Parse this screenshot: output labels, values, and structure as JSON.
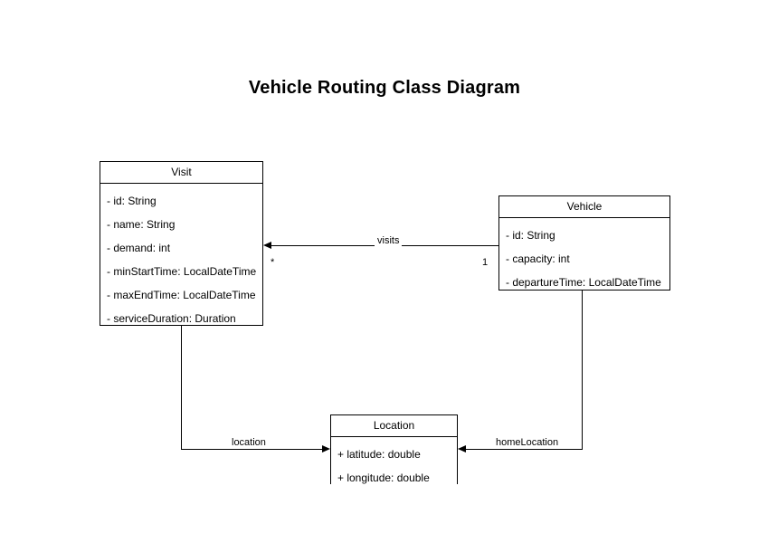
{
  "diagram": {
    "title": "Vehicle Routing Class Diagram",
    "type": "uml-class-diagram",
    "background_color": "#ffffff",
    "line_color": "#000000",
    "text_color": "#000000"
  },
  "classes": [
    {
      "name": "Visit",
      "attributes": [
        "- id: String",
        "- name: String",
        "- demand: int",
        "- minStartTime: LocalDateTime",
        "- maxEndTime: LocalDateTime",
        "- serviceDuration: Duration"
      ]
    },
    {
      "name": "Vehicle",
      "attributes": [
        "- id: String",
        "- capacity: int",
        "- departureTime: LocalDateTime"
      ]
    },
    {
      "name": "Location",
      "attributes": [
        "+ latitude: double",
        "+ longitude: double"
      ]
    }
  ],
  "relationships": [
    {
      "label": "visits",
      "from": "Vehicle",
      "to": "Visit",
      "source_multiplicity": "1",
      "target_multiplicity": "*",
      "arrow": "open-arrow-at-target"
    },
    {
      "label": "location",
      "from": "Visit",
      "to": "Location",
      "source_multiplicity": "",
      "target_multiplicity": "",
      "arrow": "open-arrow-at-target"
    },
    {
      "label": "homeLocation",
      "from": "Vehicle",
      "to": "Location",
      "source_multiplicity": "",
      "target_multiplicity": "",
      "arrow": "open-arrow-at-target"
    }
  ]
}
